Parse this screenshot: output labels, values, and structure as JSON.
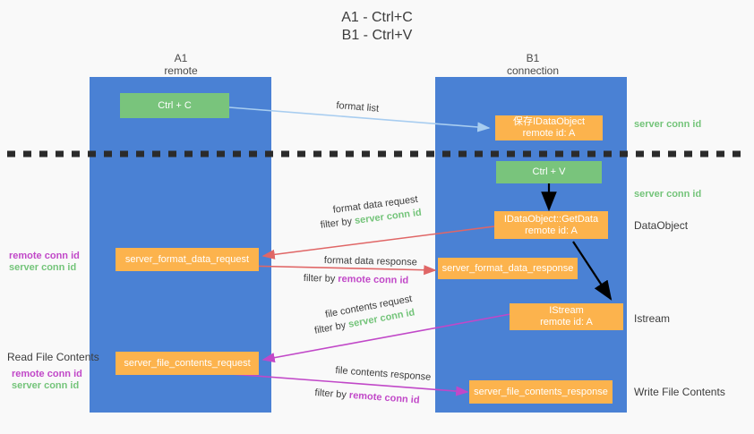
{
  "title": {
    "line1": "A1 - Ctrl+C",
    "line2": "B1 - Ctrl+V"
  },
  "columns": [
    {
      "name": "A1",
      "sub": "remote"
    },
    {
      "name": "B1",
      "sub": "connection"
    }
  ],
  "boxes": {
    "ctrl_c": "Ctrl + C",
    "ctrl_v": "Ctrl + V",
    "store_idataobject_l1": "保存IDataObject",
    "store_idataobject_l2": "remote id: A",
    "getdata_l1": "IDataObject::GetData",
    "getdata_l2": "remote id: A",
    "istream_l1": "IStream",
    "istream_l2": "remote id: A",
    "server_format_data_request": "server_format_data_request",
    "server_format_data_response": "server_format_data_response",
    "server_file_contents_request": "server_file_contents_request",
    "server_file_contents_response": "server_file_contents_response"
  },
  "side_labels": {
    "server_conn_id_top": "server conn id",
    "server_conn_id_mid": "server conn id",
    "dataobject": "DataObject",
    "istream": "Istream",
    "write_file_contents": "Write File Contents",
    "read_file_contents": "Read File Contents",
    "remote_conn_id": "remote conn id",
    "server_conn_id": "server conn id"
  },
  "annotations": {
    "format_list": "format list",
    "format_data_request": "format data request",
    "format_data_request_filter_pre": "filter by ",
    "format_data_request_filter_val": "server conn id",
    "format_data_response": "format data response",
    "format_data_response_filter_pre": "filter by ",
    "format_data_response_filter_val": "remote conn id",
    "file_contents_request": "file contents request",
    "file_contents_request_filter_pre": "filter by ",
    "file_contents_request_filter_val": "server conn id",
    "file_contents_response": "file contents response",
    "file_contents_response_filter_pre": "filter by ",
    "file_contents_response_filter_val": "remote conn id"
  },
  "colors": {
    "lane": "#4a81d4",
    "green_box": "#79c47c",
    "orange_box": "#fcb34d",
    "green_text": "#74c47a",
    "purple_text": "#c148c8",
    "arrow_lightblue": "#a8cdf0",
    "arrow_red": "#e06666",
    "arrow_magenta": "#c148c8",
    "arrow_black": "#000000",
    "background": "#f9f9f9"
  }
}
